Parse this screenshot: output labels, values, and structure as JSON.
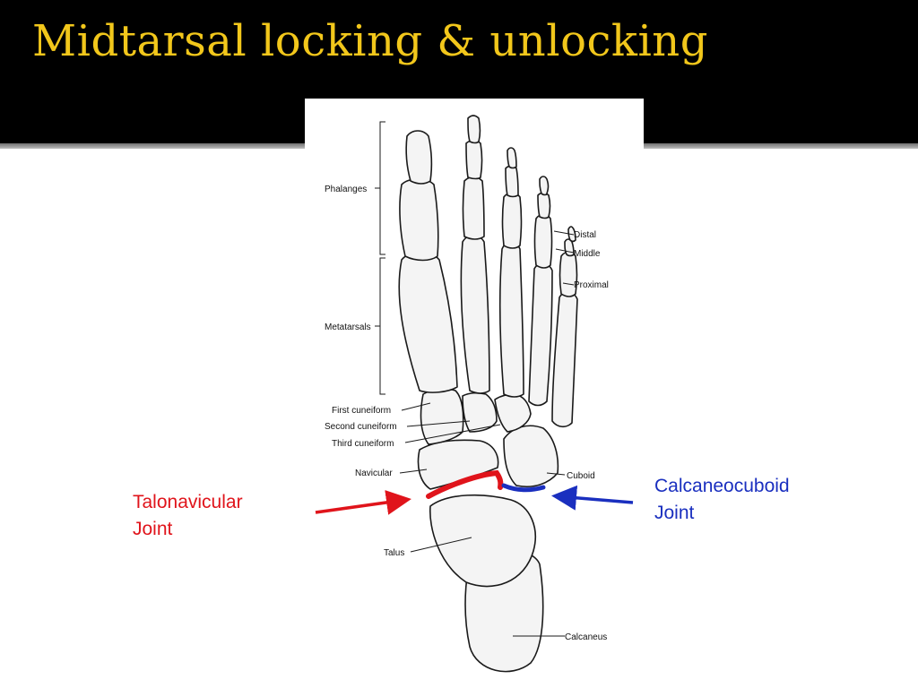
{
  "slide": {
    "title": "Midtarsal locking & unlocking"
  },
  "figure": {
    "labels": {
      "phalanges": "Phalanges",
      "distal": "Distal",
      "middle": "Middle",
      "proximal": "Proximal",
      "metatarsals": "Metatarsals",
      "first_cuneiform": "First cuneiform",
      "second_cuneiform": "Second cuneiform",
      "third_cuneiform": "Third cuneiform",
      "navicular": "Navicular",
      "cuboid": "Cuboid",
      "talus": "Talus",
      "calcaneus": "Calcaneus"
    }
  },
  "callouts": {
    "talonavicular": {
      "line1": "Talonavicular",
      "line2": "Joint",
      "color": "#e0141b"
    },
    "calcaneocuboid": {
      "line1": "Calcaneocuboid",
      "line2": "Joint",
      "color": "#1a2fbf"
    }
  },
  "colors": {
    "header_bg": "#000000",
    "title": "#f2c71b",
    "talonavicular_joint": "#e0141b",
    "calcaneocuboid_joint": "#1a2fbf"
  }
}
